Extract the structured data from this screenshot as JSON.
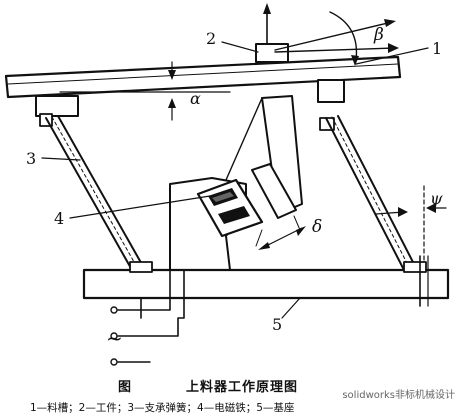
{
  "labels": {
    "n1": "1",
    "n2": "2",
    "n3": "3",
    "n4": "4",
    "n5": "5",
    "alpha": "α",
    "beta": "β",
    "delta": "δ",
    "psi": "ψ",
    "ac": "~"
  },
  "caption": {
    "figure": "图",
    "title": "上料器工作原理图",
    "legend": "1—料槽；2—工件；3—支承弹簧；4—电磁铁；5—基座"
  },
  "watermark": "solidworks非标机械设计",
  "colors": {
    "ink": "#111111",
    "paper": "#ffffff"
  }
}
